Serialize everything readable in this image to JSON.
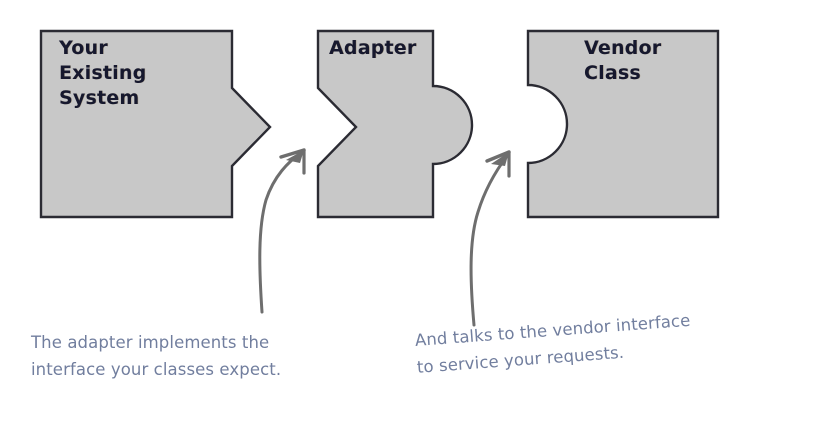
{
  "diagram": {
    "title": "Adapter Pattern Diagram",
    "background_color": "#ffffff",
    "shape_fill_color": "#c8c8c8",
    "shape_stroke_color": "#2b2b33",
    "label_color": "#16182e",
    "caption_color": "#717e9e",
    "arrow_color": "#6e6e6e",
    "boxes": [
      {
        "id": "existing-system",
        "label": "Your\nExisting\nSystem",
        "connector_right": "chevron-tab"
      },
      {
        "id": "adapter",
        "label": "Adapter",
        "connector_left": "chevron-notch",
        "connector_right": "round-tab"
      },
      {
        "id": "vendor-class",
        "label": "Vendor\nClass",
        "connector_left": "round-notch"
      }
    ],
    "captions": [
      {
        "id": "adapter-implements",
        "text": "The adapter implements the\ninterface your classes expect.",
        "points_to": "adapter"
      },
      {
        "id": "talks-to-vendor",
        "text": "And talks to the vendor interface\nto service your requests.",
        "points_to": "vendor-class"
      }
    ],
    "arrows": [
      {
        "id": "arrow-to-adapter",
        "direction": "up-right"
      },
      {
        "id": "arrow-to-vendor",
        "direction": "up-right"
      }
    ]
  }
}
